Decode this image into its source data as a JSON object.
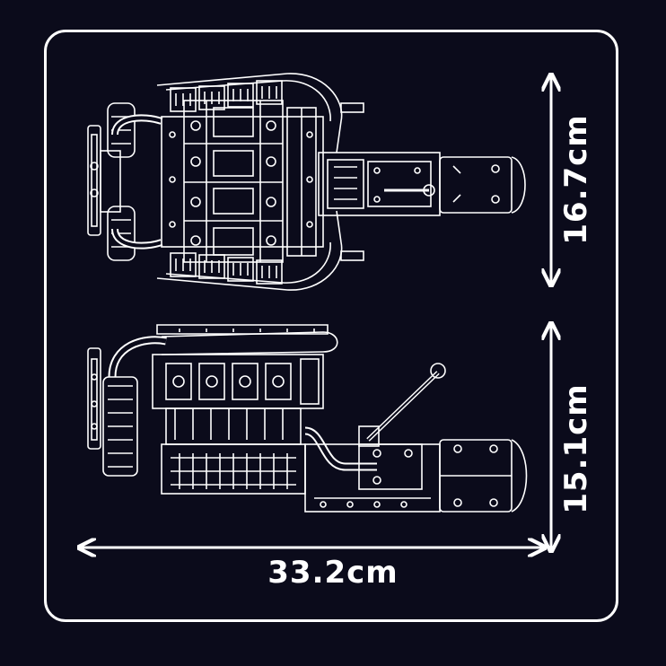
{
  "dimensions": {
    "width_label": "33.2cm",
    "top_height_label": "16.7cm",
    "bottom_height_label": "15.1cm"
  },
  "colors": {
    "background": "#0b0b1b",
    "line": "#ffffff"
  }
}
